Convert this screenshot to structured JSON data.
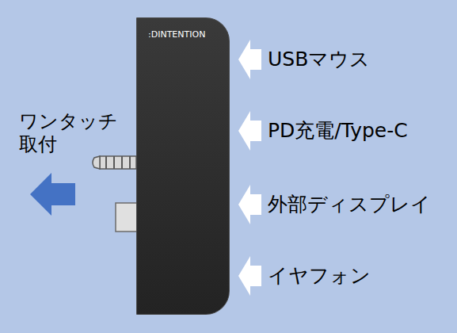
{
  "diagram": {
    "nodes": [
      {
        "text": [
          ":DINTENTION"
        ]
      }
    ],
    "labels": [
      "ワンタッチ 取付",
      "USBマウス",
      "PD充電/Type-C",
      "外部ディスプレイ",
      "イヤフォン"
    ]
  }
}
